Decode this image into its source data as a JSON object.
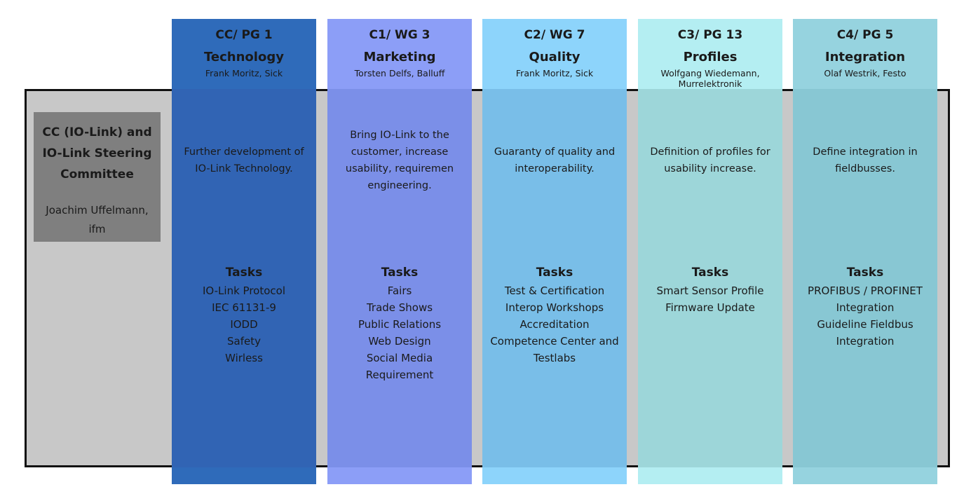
{
  "steering": {
    "title_lines": [
      "CC (IO-Link) and",
      "IO-Link Steering",
      "Committee"
    ],
    "lead_lines": [
      "Joachim Uffelmann,",
      "ifm"
    ]
  },
  "tasks_heading": "Tasks",
  "columns": [
    {
      "id": "CC/ PG 1",
      "name": "Technology",
      "lead": [
        "Frank Moritz, Sick"
      ],
      "description": [
        "Further development of",
        "IO-Link Technology."
      ],
      "tasks": [
        "IO-Link Protocol",
        "IEC 61131-9",
        "IODD",
        "Safety",
        "Wirless"
      ],
      "color": "#2f6bba",
      "overlay_color": "#3164b4"
    },
    {
      "id": "C1/ WG 3",
      "name": "Marketing",
      "lead": [
        "Torsten Delfs, Balluff"
      ],
      "description": [
        "Bring IO-Link to the",
        "customer, increase",
        "usability, requiremen",
        "engineering."
      ],
      "tasks": [
        "Fairs",
        "Trade Shows",
        "Public Relations",
        "Web Design",
        "Social Media",
        "Requirement"
      ],
      "color": "#8c9ef7",
      "overlay_color": "#7b8fe8"
    },
    {
      "id": "C2/ WG 7",
      "name": "Quality",
      "lead": [
        "Frank Moritz, Sick"
      ],
      "description": [
        "Guaranty of quality and",
        "interoperability."
      ],
      "tasks": [
        "Test & Certification",
        "Interop Workshops",
        "Accreditation",
        "Competence Center and",
        "Testlabs"
      ],
      "color": "#8dd4fb",
      "overlay_color": "#79bee8"
    },
    {
      "id": "C3/ PG 13",
      "name": "Profiles",
      "lead": [
        "Wolfgang Wiedemann,",
        "Murrelektronik"
      ],
      "description": [
        "Definition of profiles for",
        "usability increase."
      ],
      "tasks": [
        "Smart Sensor Profile",
        "Firmware Update"
      ],
      "color": "#b4eef2",
      "overlay_color": "#9dd6d9"
    },
    {
      "id": "C4/ PG 5",
      "name": "Integration",
      "lead": [
        "Olaf Westrik, Festo"
      ],
      "description": [
        "Define integration in",
        "fieldbusses."
      ],
      "tasks": [
        "PROFIBUS / PROFINET",
        "Integration",
        "Guideline Fieldbus",
        "Integration"
      ],
      "color": "#96d3df",
      "overlay_color": "#88c7d3"
    }
  ]
}
